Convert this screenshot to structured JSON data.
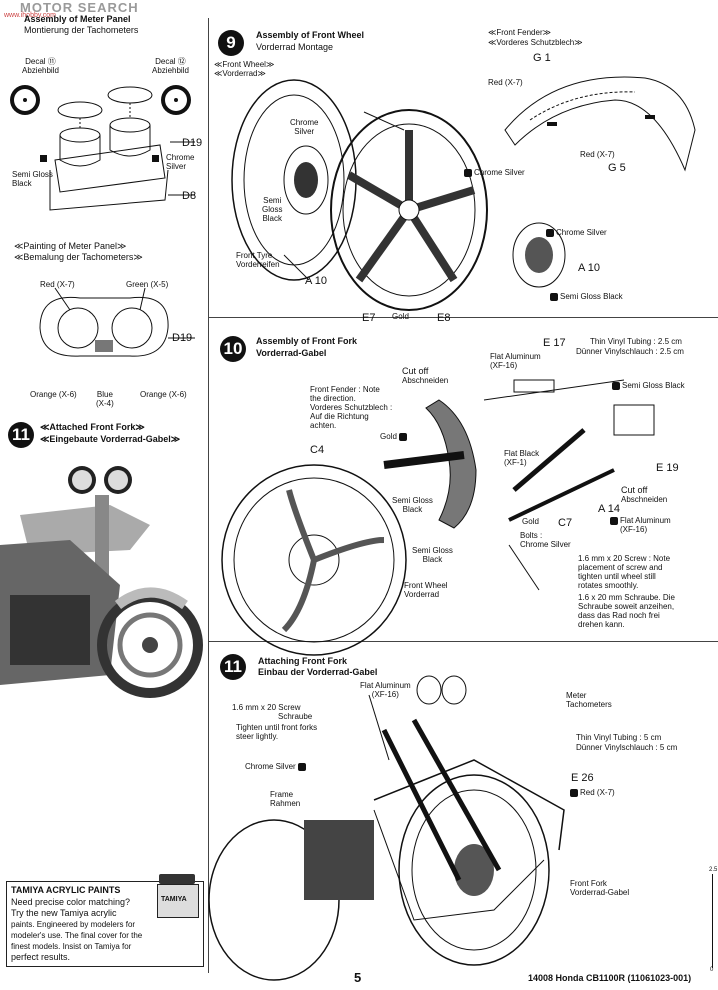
{
  "watermark": {
    "text": "MOTOR SEARCH",
    "sub": "www.ihobby.com"
  },
  "left": {
    "meter_title": "Assembly of Meter Panel",
    "meter_title_de": "Montierung der Tachometers",
    "decal11": "Decal ⑪",
    "decal11_sub": "Abziehbild",
    "decal12": "Decal ⑫",
    "decal12_sub": "Abziehbild",
    "d19": "D19",
    "d8": "D8",
    "chrome_silver": "Chrome\nSilver",
    "semi_gloss_black": "Semi Gloss\nBlack",
    "painting_title": "≪Painting of Meter Panel≫",
    "painting_title_de": "≪Bemalung der Tachometers≫",
    "red": "Red (X-7)",
    "green": "Green (X-5)",
    "d19b": "D19",
    "orange_l": "Orange (X-6)",
    "blue": "Blue\n(X-4)",
    "orange_r": "Orange (X-6)",
    "attached_title": "≪Attached Front Fork≫",
    "attached_title_de": "≪Eingebaute Vorderrad-Gabel≫",
    "step11": "11"
  },
  "paints": {
    "title": "TAMIYA ACRYLIC PAINTS",
    "lines": [
      "Need precise color matching?",
      "Try the new Tamiya acrylic",
      "paints. Engineered by modelers for",
      "modeler's use. The final cover for the",
      "finest models. Insist on Tamiya for",
      "perfect results."
    ],
    "jar_label": "TAMIYA"
  },
  "step9": {
    "num": "9",
    "title": "Assembly of Front Wheel",
    "title_de": "Vorderrad Montage",
    "sub": "≪Front Wheel≫",
    "sub_de": "≪Vorderrad≫",
    "chrome_silver": "Chrome\nSilver",
    "semi_gloss_black": "Semi\nGloss\nBlack",
    "chrome_silver2": "Chrome Silver",
    "chrome_silver3": "Chrome Silver",
    "front_tyre": "Front Tyre",
    "front_tyre_de": "Vorderreifen",
    "a10": "A 10",
    "a10b": "A 10",
    "e7": "E7",
    "gold": "Gold",
    "e8": "E8",
    "semi_gloss_black2": "Semi Gloss Black",
    "fender": "≪Front Fender≫",
    "fender_de": "≪Vorderes Schutzblech≫",
    "g1": "G 1",
    "g5": "G 5",
    "red1": "Red (X-7)",
    "red2": "Red (X-7)"
  },
  "step10": {
    "num": "10",
    "title": "Assembly of Front Fork",
    "title_de": "Vorderrad-Gabel",
    "e17": "E 17",
    "tubing": "Thin Vinyl Tubing : 2.5 cm",
    "tubing_de": "Dünner Vinylschlauch : 2.5 cm",
    "flat_al": "Flat Aluminum",
    "flat_al_code": "(XF-16)",
    "cut_off": "Cut off",
    "cut_off_de": "Abschneiden",
    "semi_gloss_black": "Semi Gloss Black",
    "fender_note": "Front Fender : Note\nthe direction.\nVorderes Schutzblech :\nAuf die Richtung\nachten.",
    "gold": "Gold",
    "c4": "C4",
    "flat_black": "Flat Black",
    "flat_black_code": "(XF-1)",
    "e19": "E 19",
    "cut_off2": "Cut off",
    "cut_off2_de": "Abschneiden",
    "semi_gloss_black2": "Semi Gloss\nBlack",
    "a14": "A 14",
    "gold2": "Gold",
    "c7": "C7",
    "flat_al2": "Flat Aluminum",
    "flat_al2_code": "(XF-16)",
    "bolts": "Bolts :",
    "bolts_paint": "Chrome Silver",
    "semi_gloss_black3": "Semi Gloss\nBlack",
    "screw_note": "1.6 mm x 20 Screw : Note\nplacement of screw and\ntighten until wheel still\nrotates smoothly.",
    "screw_note_de": "1.6 x 20 mm Schraube. Die\nSchraube soweit anzeihen,\ndass das Rad noch frei\ndrehen kann.",
    "front_wheel": "Front Wheel",
    "front_wheel_de": "Vorderrad"
  },
  "step11": {
    "num": "11",
    "title": "Attaching Front Fork",
    "title_de": "Einbau der Vorderrad-Gabel",
    "flat_al": "Flat Aluminum",
    "flat_al_code": "(XF-16)",
    "screw": "1.6 mm x 20 Screw",
    "screw_de": "Schraube",
    "screw_note": "Tighten until front forks\nsteer lightly.",
    "meter": "Meter",
    "meter_de": "Tachometers",
    "tubing": "Thin Vinyl Tubing : 5 cm",
    "tubing_de": "Dünner Vinylschlauch : 5 cm",
    "chrome_silver": "Chrome Silver",
    "e26": "E 26",
    "red": "Red (X-7)",
    "frame": "Frame",
    "frame_de": "Rahmen",
    "front_fork": "Front Fork",
    "front_fork_de": "Vorderrad-Gabel"
  },
  "footer": {
    "page": "5",
    "code": "14008 Honda CB1100R (11061023-001)"
  },
  "scale": {
    "top": "2.5",
    "bottom": "0"
  }
}
